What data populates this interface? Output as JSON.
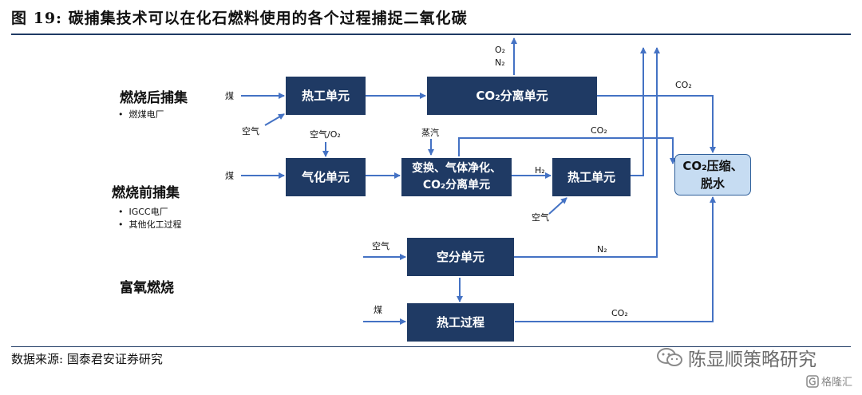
{
  "header": {
    "title": "图 19:  碳捕集技术可以在化石燃料使用的各个过程捕捉二氧化碳"
  },
  "categories": [
    {
      "title": "燃烧后捕集",
      "items": [
        "燃煤电厂"
      ]
    },
    {
      "title": "燃烧前捕集",
      "items": [
        "IGCC电厂",
        "其他化工过程"
      ]
    },
    {
      "title": "富氧燃烧",
      "items": []
    }
  ],
  "boxes": {
    "thermal_unit_1": "热工单元",
    "co2_separation_unit": "CO₂分离单元",
    "gasification_unit": "气化单元",
    "shift_purification": "变换、气体净化、\nCO₂分离单元",
    "thermal_unit_2": "热工单元",
    "co2_compression": "CO₂压缩、\n脱水",
    "air_separation_unit": "空分单元",
    "thermal_process": "热工过程"
  },
  "labels": {
    "coal_1": "煤",
    "air_1": "空气",
    "o2": "O₂",
    "n2_top": "N₂",
    "co2_1": "CO₂",
    "air_o2": "空气/O₂",
    "steam": "蒸汽",
    "co2_2": "CO₂",
    "coal_2": "煤",
    "h2": "H₂",
    "air_2": "空气",
    "air_3": "空气",
    "n2_mid": "N₂",
    "coal_3": "煤",
    "co2_3": "CO₂"
  },
  "footer": {
    "source": "数据来源:  国泰君安证券研究"
  },
  "watermark": {
    "text": "陈显顺策略研究",
    "brand": "格隆汇"
  },
  "colors": {
    "box": "#1f3a64",
    "box_light": "#c6dcf2",
    "arrow": "#4472c4"
  }
}
